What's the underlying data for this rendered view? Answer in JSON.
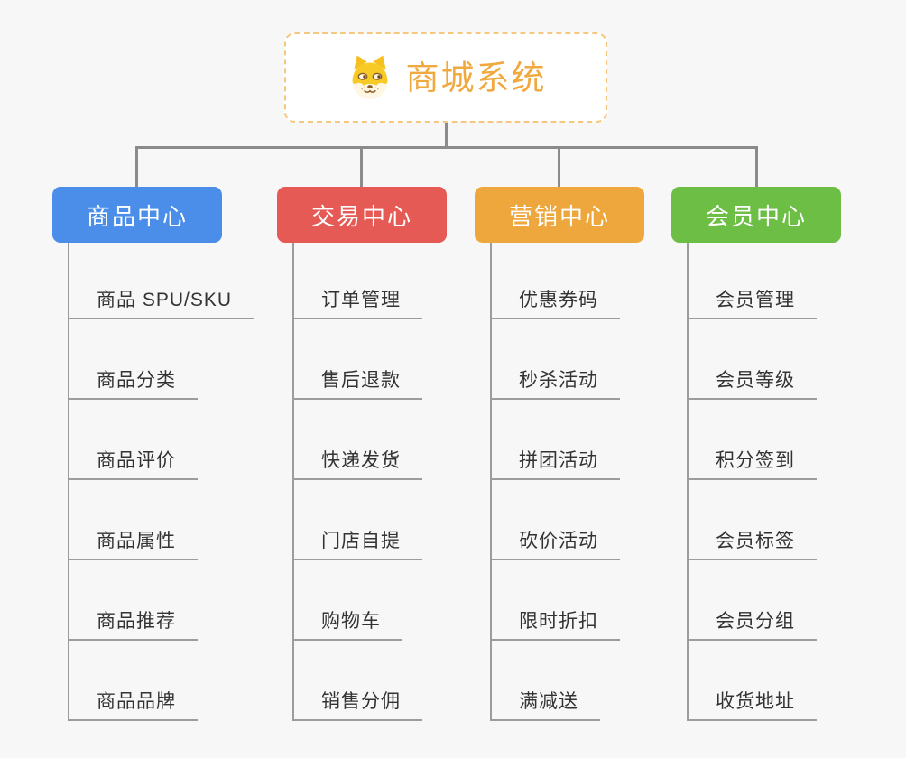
{
  "canvas": {
    "background": "#f7f7f7"
  },
  "root": {
    "title": "商城系统",
    "icon": "shiba-dog-icon",
    "text_color": "#f0a93f",
    "border_color": "#f6c77c",
    "background": "#ffffff"
  },
  "connectors": {
    "tree_line_color": "#8b8b8b",
    "branch_line_color": "#9c9c9c"
  },
  "branches": [
    {
      "label": "商品中心",
      "color": "#4a8ee9",
      "items": [
        "商品 SPU/SKU",
        "商品分类",
        "商品评价",
        "商品属性",
        "商品推荐",
        "商品品牌"
      ]
    },
    {
      "label": "交易中心",
      "color": "#e65a55",
      "items": [
        "订单管理",
        "售后退款",
        "快递发货",
        "门店自提",
        "购物车",
        "销售分佣"
      ]
    },
    {
      "label": "营销中心",
      "color": "#eea73c",
      "items": [
        "优惠券码",
        "秒杀活动",
        "拼团活动",
        "砍价活动",
        "限时折扣",
        "满减送"
      ]
    },
    {
      "label": "会员中心",
      "color": "#6cbe45",
      "items": [
        "会员管理",
        "会员等级",
        "积分签到",
        "会员标签",
        "会员分组",
        "收货地址"
      ]
    }
  ]
}
